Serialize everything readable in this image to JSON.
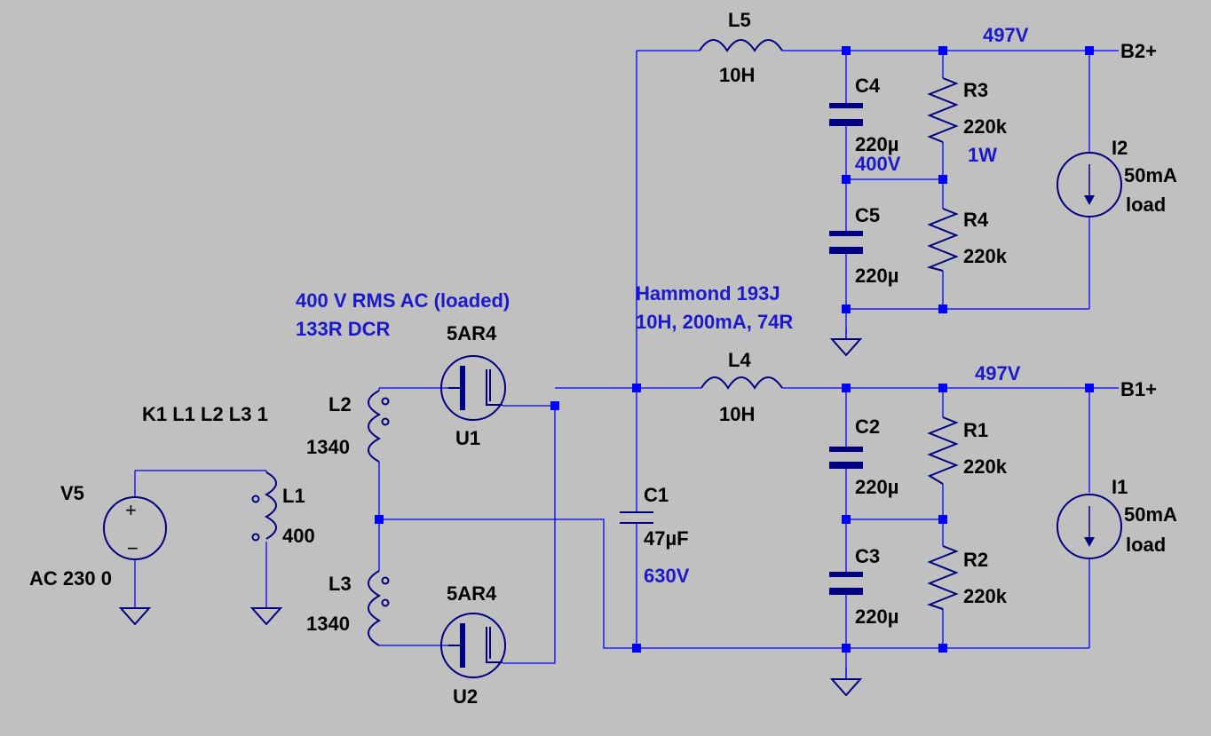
{
  "colors": {
    "background": "#c0c0c0",
    "wire": "#0000ff",
    "symbol": "#000080",
    "label": "#000000",
    "annotation": "#1a1acc"
  },
  "components": {
    "V5": {
      "name": "V5",
      "value": "AC 230 0"
    },
    "L1": {
      "name": "L1",
      "value": "400"
    },
    "L2": {
      "name": "L2",
      "value": "1340"
    },
    "L3": {
      "name": "L3",
      "value": "1340"
    },
    "U1": {
      "name": "U1",
      "value": "5AR4"
    },
    "U2": {
      "name": "U2",
      "value": "5AR4"
    },
    "C1": {
      "name": "C1",
      "value": "47µF",
      "rating": "630V"
    },
    "L4": {
      "name": "L4",
      "value": "10H"
    },
    "L5": {
      "name": "L5",
      "value": "10H"
    },
    "C2": {
      "name": "C2",
      "value": "220µ"
    },
    "C3": {
      "name": "C3",
      "value": "220µ"
    },
    "C4": {
      "name": "C4",
      "value": "220µ"
    },
    "C5": {
      "name": "C5",
      "value": "220µ"
    },
    "R1": {
      "name": "R1",
      "value": "220k"
    },
    "R2": {
      "name": "R2",
      "value": "220k"
    },
    "R3": {
      "name": "R3",
      "value": "220k",
      "rating": "1W"
    },
    "R4": {
      "name": "R4",
      "value": "220k"
    },
    "I1": {
      "name": "I1",
      "value": "50mA",
      "note": "load"
    },
    "I2": {
      "name": "I2",
      "value": "50mA",
      "note": "load"
    }
  },
  "coupling": "K1 L1 L2 L3 1",
  "annotations": {
    "transformer_line1": "400 V RMS AC (loaded)",
    "transformer_line2": "133R DCR",
    "choke_line1": "Hammond 193J",
    "choke_line2": "10H, 200mA, 74R",
    "b1_voltage": "497V",
    "b2_voltage": "497V",
    "midpoint_voltage": "400V"
  },
  "nets": {
    "b1": "B1+",
    "b2": "B2+"
  }
}
